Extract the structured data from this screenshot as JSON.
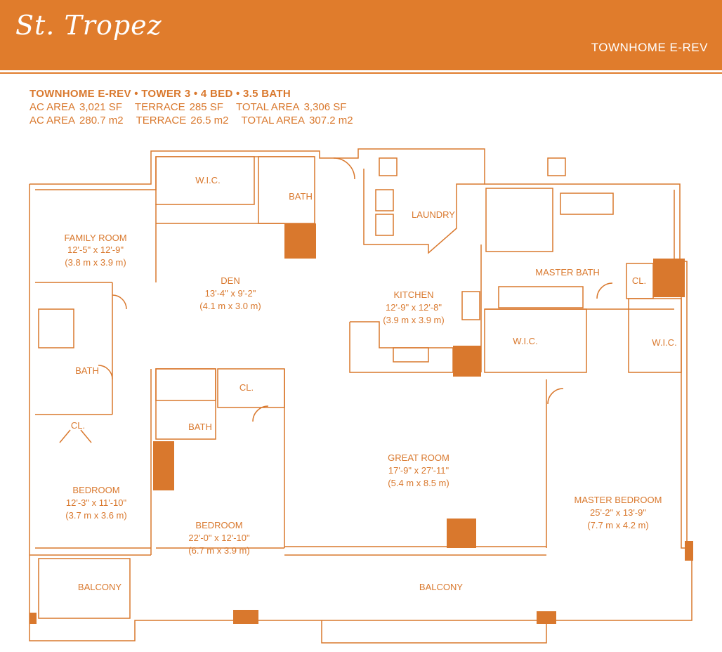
{
  "brand": {
    "logo_text": "St. Tropez",
    "accent": "#d9782d",
    "header_bg": "#e07c2c"
  },
  "header": {
    "plan_label": "TOWNHOME E-REV"
  },
  "specs": {
    "title": "TOWNHOME E-REV • TOWER 3 • 4 BED • 3.5 BATH",
    "imperial": {
      "ac_label": "AC AREA",
      "ac": "3,021 SF",
      "terrace_label": "TERRACE",
      "terrace": "285 SF",
      "total_label": "TOTAL AREA",
      "total": "3,306 SF"
    },
    "metric": {
      "ac_label": "AC AREA",
      "ac": "280.7 m2",
      "terrace_label": "TERRACE",
      "terrace": "26.5 m2",
      "total_label": "TOTAL AREA",
      "total": "307.2 m2"
    }
  },
  "rooms": {
    "wic_top": {
      "name": "W.I.C."
    },
    "bath_top": {
      "name": "BATH"
    },
    "laundry": {
      "name": "LAUNDRY"
    },
    "family": {
      "name": "FAMILY ROOM",
      "dims": "12'-5\" x 12'-9\"",
      "metric": "(3.8 m x 3.9 m)"
    },
    "den": {
      "name": "DEN",
      "dims": "13'-4\" x 9'-2\"",
      "metric": "(4.1 m x 3.0 m)"
    },
    "kitchen": {
      "name": "KITCHEN",
      "dims": "12'-9\" x 12'-8\"",
      "metric": "(3.9 m x 3.9 m)"
    },
    "master_bath": {
      "name": "MASTER BATH"
    },
    "cl_master": {
      "name": "CL."
    },
    "wic_master1": {
      "name": "W.I.C."
    },
    "wic_master2": {
      "name": "W.I.C."
    },
    "bath_left": {
      "name": "BATH"
    },
    "cl_left": {
      "name": "CL."
    },
    "cl_mid": {
      "name": "CL."
    },
    "bath_mid": {
      "name": "BATH"
    },
    "bedroom_left": {
      "name": "BEDROOM",
      "dims": "12'-3\" x 11'-10\"",
      "metric": "(3.7 m x 3.6 m)"
    },
    "bedroom_mid": {
      "name": "BEDROOM",
      "dims": "22'-0\" x 12'-10\"",
      "metric": "(6.7 m x 3.9 m)"
    },
    "great_room": {
      "name": "GREAT ROOM",
      "dims": "17'-9\" x 27'-11\"",
      "metric": "(5.4 m x 8.5 m)"
    },
    "master_bedroom": {
      "name": "MASTER BEDROOM",
      "dims": "25'-2\" x 13'-9\"",
      "metric": "(7.7 m x 4.2 m)"
    },
    "balcony_left": {
      "name": "BALCONY"
    },
    "balcony_mid": {
      "name": "BALCONY"
    }
  }
}
